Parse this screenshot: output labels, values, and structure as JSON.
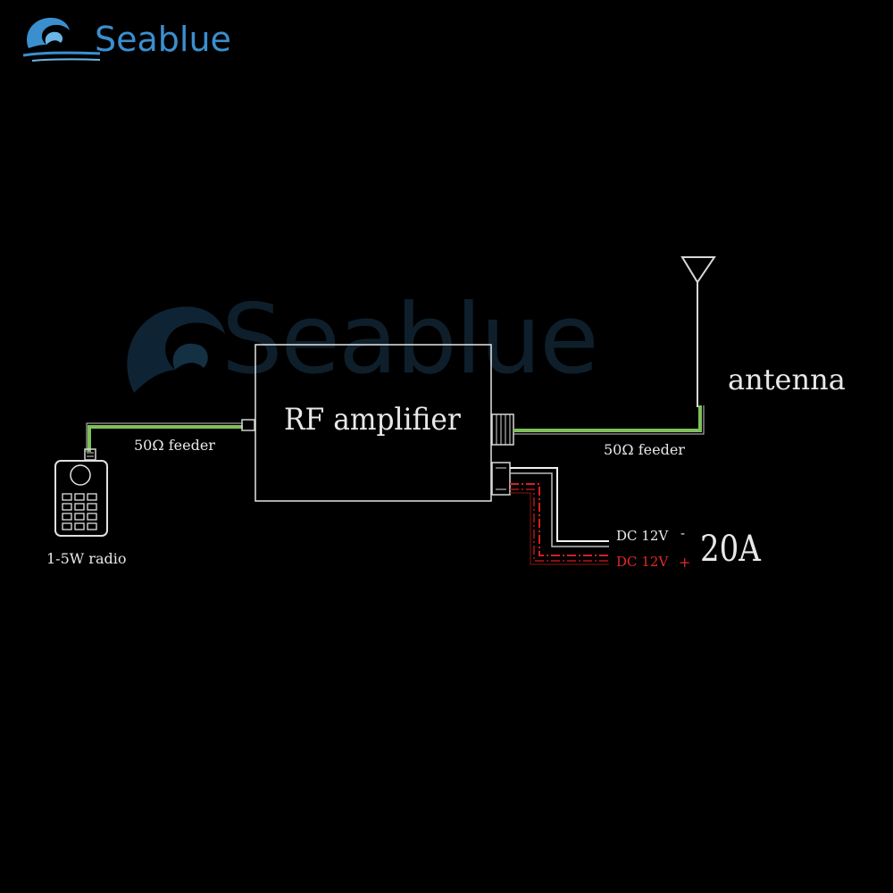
{
  "brand": {
    "name": "Seablue",
    "watermark": "Seablue",
    "color": "#3b8fcf"
  },
  "amplifier": {
    "title": "RF amplifier"
  },
  "radio": {
    "label": "1-5W radio"
  },
  "feeders": {
    "left": "50Ω feeder",
    "right": "50Ω feeder"
  },
  "antenna": {
    "label": "antenna"
  },
  "power": {
    "negative": {
      "label": "DC 12V",
      "sign": "-"
    },
    "positive": {
      "label": "DC 12V",
      "sign": "+"
    },
    "current": "20A"
  },
  "colors": {
    "feeder": "#7fbf5a",
    "positive_wire": "#d42020",
    "negative_wire": "#ffffff"
  }
}
